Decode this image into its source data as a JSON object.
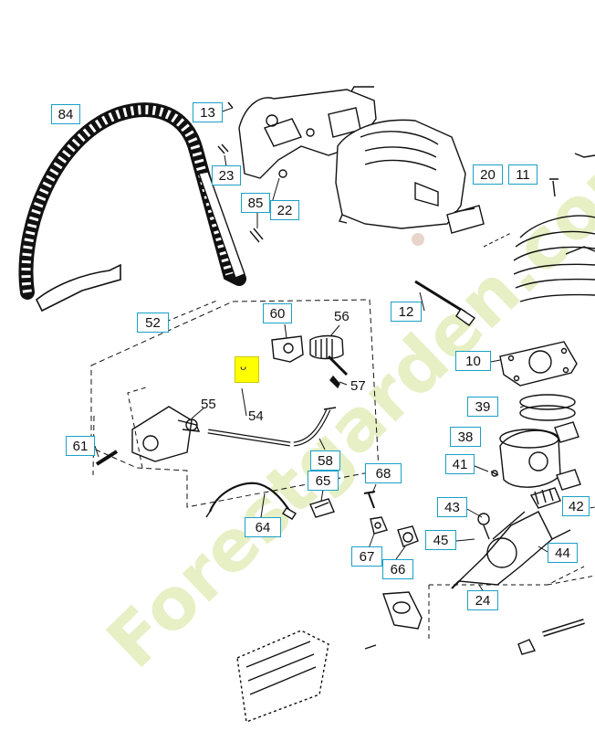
{
  "callouts": {
    "c84": "84",
    "c13": "13",
    "c23": "23",
    "c85": "85",
    "c22": "22",
    "c20": "20",
    "c11": "11",
    "c12": "12",
    "c10": "10",
    "c39": "39",
    "c38": "38",
    "c41": "41",
    "c43": "43",
    "c45": "45",
    "c44": "44",
    "c42": "42",
    "c24": "24",
    "c52": "52",
    "c60": "60",
    "c56": "56",
    "c57": "57",
    "c55": "55",
    "c54": "54",
    "c61": "61",
    "c58": "58",
    "c65": "65",
    "c68": "68",
    "c64": "64",
    "c67": "67",
    "c66": "66"
  },
  "labels": {
    "l56": "56",
    "l57": "57",
    "l55": "55",
    "l54": "54"
  },
  "highlight_marker": "ᴗ",
  "watermark": {
    "text": "Forestgarden.com",
    "color": "#dfeab2",
    "dot_color": "#d6b0a0"
  }
}
